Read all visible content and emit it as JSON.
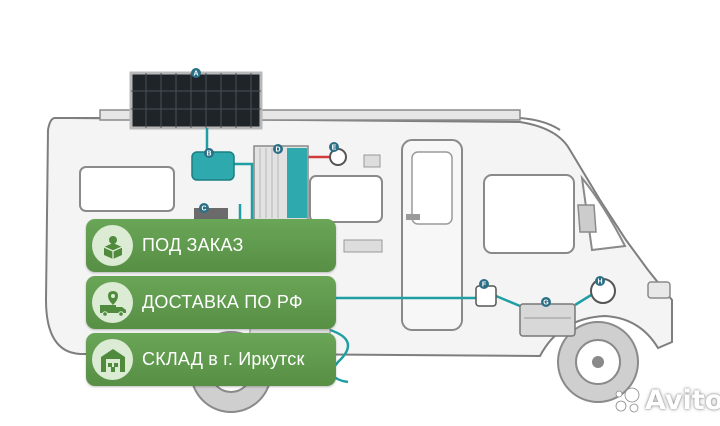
{
  "badges": [
    {
      "label": "ПОД ЗАКАЗ",
      "icon": "order-box-icon"
    },
    {
      "label": "ДОСТАВКА ПО РФ",
      "icon": "delivery-truck-icon"
    },
    {
      "label": "СКЛАД в г. Иркутск",
      "icon": "warehouse-icon"
    }
  ],
  "diagram_labels": {
    "a": "A",
    "b": "B",
    "c": "C",
    "d": "D",
    "e": "E",
    "f": "F",
    "g": "G",
    "h": "H"
  },
  "watermark": "Avito",
  "colors": {
    "badge_green": "#5f9a4c",
    "badge_icon_bg": "#dcebd4",
    "icon_green": "#4f8a3d",
    "wire_teal": "#1f9fa3",
    "wire_red": "#d23b3b",
    "van_outline": "#7e7e7e"
  }
}
